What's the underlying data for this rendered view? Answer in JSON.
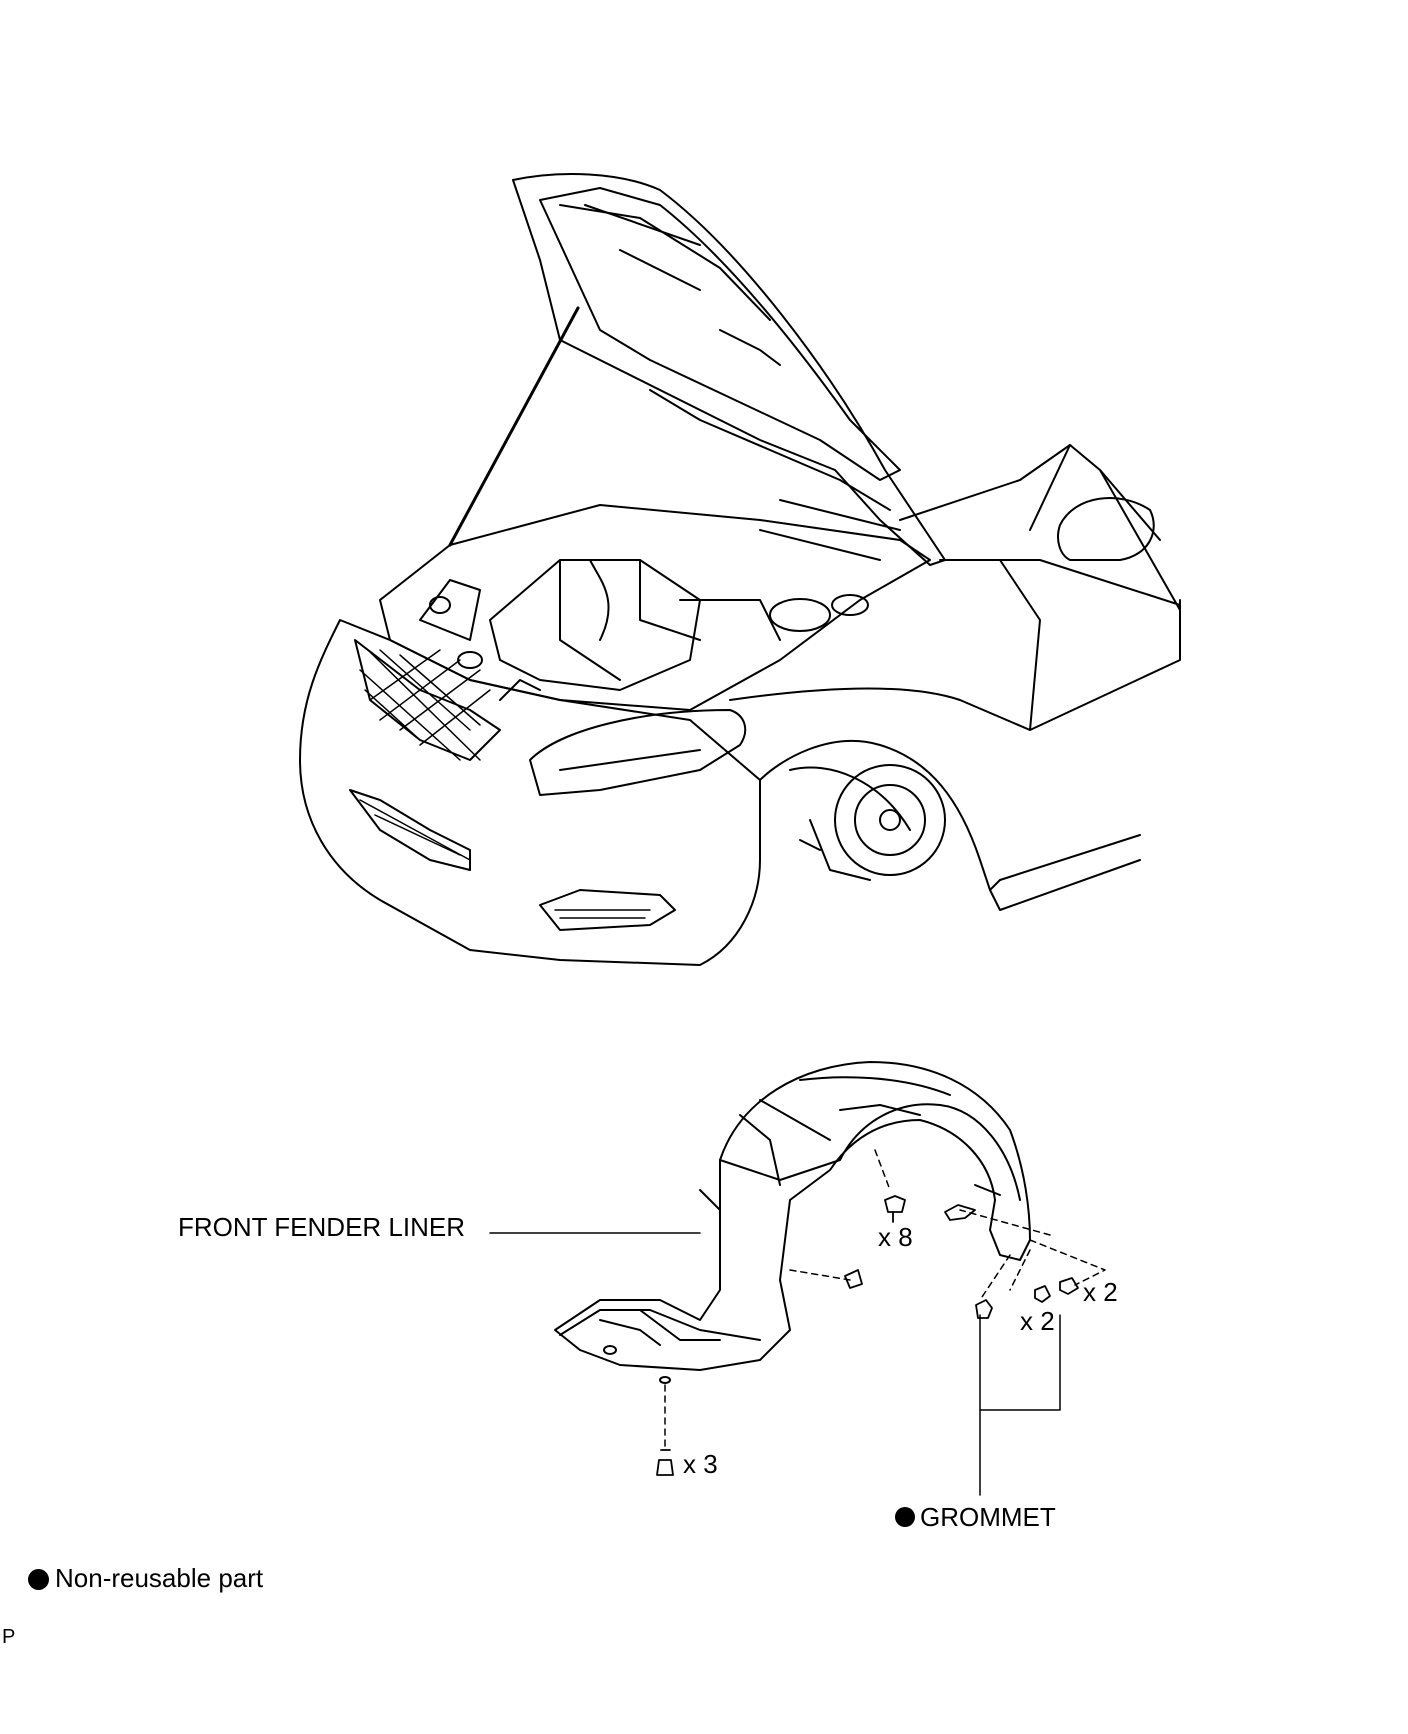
{
  "labels": {
    "front_fender_liner": "FRONT FENDER LINER",
    "count_clip_top": "x 8",
    "count_screw_right": "x 2",
    "count_grommet_clip": "x 2",
    "count_bottom_screw": "x 3",
    "grommet": "GROMMET"
  },
  "legend": {
    "non_reusable": "Non-reusable part"
  },
  "corner_mark": "P",
  "colors": {
    "line": "#000000",
    "background": "#ffffff"
  },
  "icons": {
    "non_reusable_marker": "filled-circle-icon"
  }
}
